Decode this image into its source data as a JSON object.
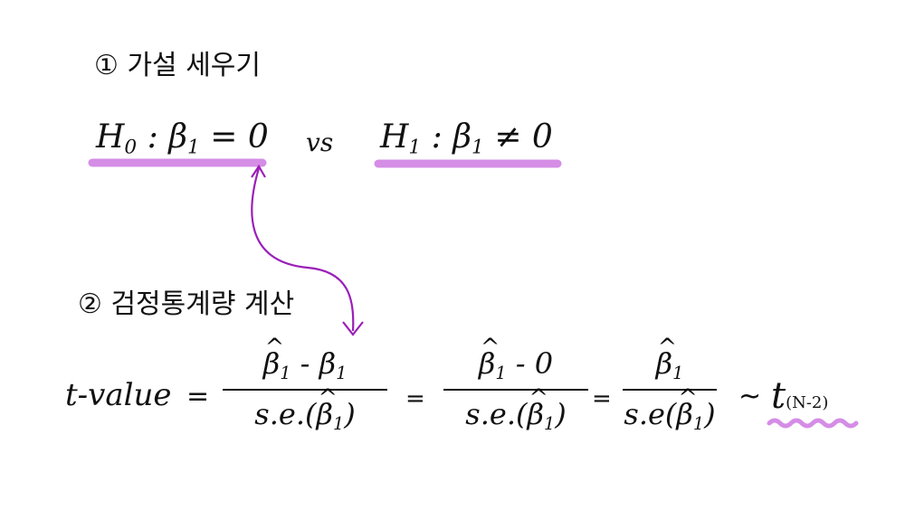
{
  "step1": {
    "marker": "①",
    "title": "가설 세우기"
  },
  "hypotheses": {
    "h0": {
      "symbol": "H",
      "subscript": "0",
      "colon": ":",
      "beta": "β",
      "beta_sub": "1",
      "relation": "= 0"
    },
    "vs": "vs",
    "h1": {
      "symbol": "H",
      "subscript": "1",
      "colon": ":",
      "beta": "β",
      "beta_sub": "1",
      "relation": "≠ 0"
    }
  },
  "step2": {
    "marker": "②",
    "title": "검정통계량 계산"
  },
  "formula": {
    "lhs": "t-value",
    "eq1": "=",
    "frac1": {
      "num_left": "β",
      "num_left_sub": "1",
      "minus": "-",
      "num_right": "β",
      "num_right_sub": "1",
      "den": "s.e.(",
      "den_beta": "β",
      "den_sub": "1",
      "den_close": ")"
    },
    "eq2": "=",
    "frac2": {
      "num_beta": "β",
      "num_sub": "1",
      "minus": "- 0",
      "den": "s.e.(",
      "den_beta": "β",
      "den_sub": "1",
      "den_close": ")"
    },
    "eq3": "=",
    "frac3": {
      "num_beta": "β",
      "num_sub": "1",
      "den": "s.e(",
      "den_beta": "β",
      "den_sub": "1",
      "den_close": ")"
    },
    "tilde": "~",
    "dist": "t",
    "dist_sub": "(N-2)"
  },
  "colors": {
    "ink": "#111111",
    "highlight": "#d58de6",
    "arrow": "#9b1fb8"
  }
}
